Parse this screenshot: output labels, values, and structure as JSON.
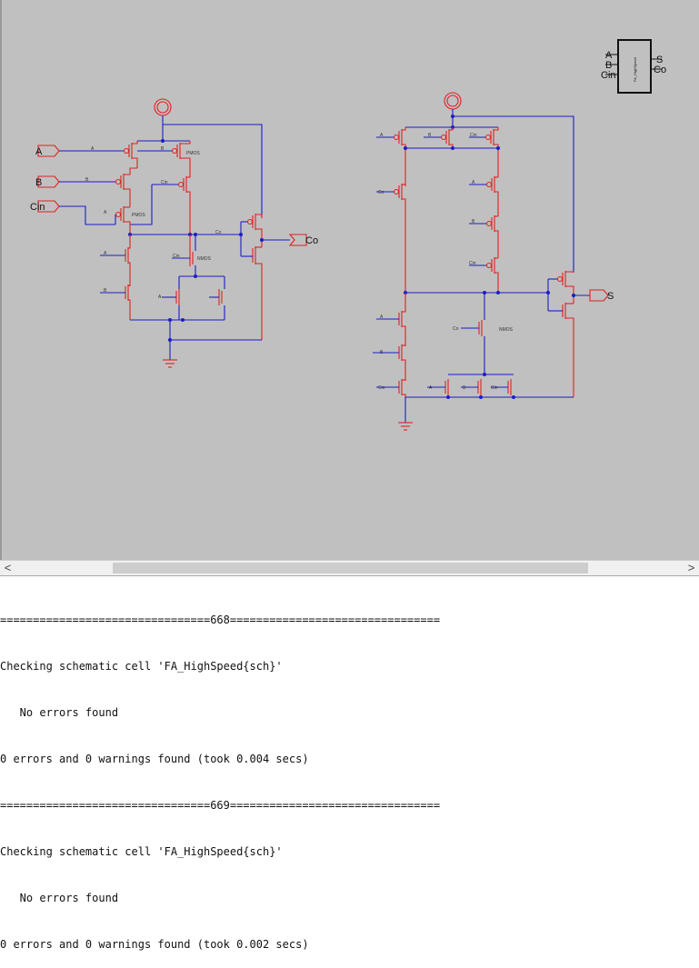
{
  "schematic": {
    "pins_left": {
      "a": "A",
      "b": "B",
      "cin": "Cin"
    },
    "pin_co": "Co",
    "pin_s": "S",
    "net_co_label": "Co",
    "pmos_label_1": "PMOS",
    "pmos_label_2": "PMOS",
    "nmos_label_1": "NMOS",
    "nmos_label_2": "NMOS",
    "gate_a": "A",
    "gate_b": "B",
    "gate_cin": "Cin",
    "gate_co": "Co",
    "symbol": {
      "name": "FA_HighSpeed",
      "in_a": "A",
      "in_b": "B",
      "in_cin": "Cin",
      "out_s": "S",
      "out_co": "Co"
    }
  },
  "scrollbar": {
    "left_arrow": "<",
    "right_arrow": ">"
  },
  "console": {
    "lines": [
      "================================668================================",
      "Checking schematic cell 'FA_HighSpeed{sch}'",
      "   No errors found",
      "0 errors and 0 warnings found (took 0.004 secs)",
      "================================669================================",
      "Checking schematic cell 'FA_HighSpeed{sch}'",
      "   No errors found",
      "0 errors and 0 warnings found (took 0.002 secs)"
    ]
  }
}
